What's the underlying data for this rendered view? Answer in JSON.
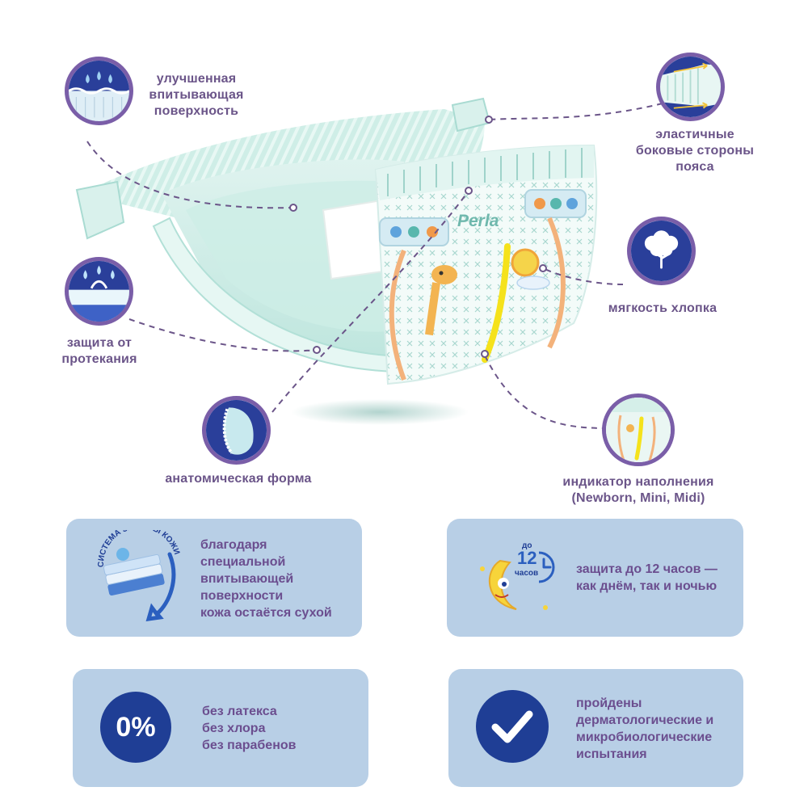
{
  "brand": {
    "logo_text": "Perla"
  },
  "features": {
    "absorbent_surface": {
      "lines": [
        "улучшенная",
        "впитывающая",
        "поверхность"
      ],
      "icon": "droplets-absorb-icon"
    },
    "elastic_sides": {
      "lines": [
        "эластичные",
        "боковые стороны",
        "пояса"
      ],
      "icon": "elastic-waist-icon"
    },
    "leak_protection": {
      "lines": [
        "защита от",
        "протекания"
      ],
      "icon": "leak-barrier-icon"
    },
    "cotton_softness": {
      "lines": [
        "мягкость хлопка"
      ],
      "icon": "cotton-plant-icon"
    },
    "anatomic_shape": {
      "lines": [
        "анатомическая форма"
      ],
      "icon": "anatomic-shape-icon"
    },
    "wetness_indicator": {
      "lines": [
        "индикатор наполнения",
        "(Newborn, Mini, Midi)"
      ],
      "icon": "wetness-indicator-icon"
    }
  },
  "panels": {
    "skin_protection": {
      "badge_text": "СИСТЕМА ЗАЩИТЫ КОЖИ",
      "lines": [
        "благодаря",
        "специальной",
        "впитывающей",
        "поверхности",
        "кожа остаётся сухой"
      ]
    },
    "twelve_hours": {
      "badge_top": "до",
      "badge_number": "12",
      "badge_bottom": "часов",
      "lines": [
        "защита до 12 часов —",
        "как днём, так и ночью"
      ]
    },
    "zero_percent": {
      "badge_text": "0%",
      "lines": [
        "без латекса",
        "без хлора",
        "без парабенов"
      ]
    },
    "tested": {
      "lines": [
        "пройдены",
        "дерматологические и",
        "микробиологические",
        "испытания"
      ]
    }
  },
  "colors": {
    "accent_purple": "#7a5ea8",
    "panel_blue": "#b8cfe6",
    "badge_blue": "#1f3e95",
    "text_purple": "#6b4e8f"
  }
}
